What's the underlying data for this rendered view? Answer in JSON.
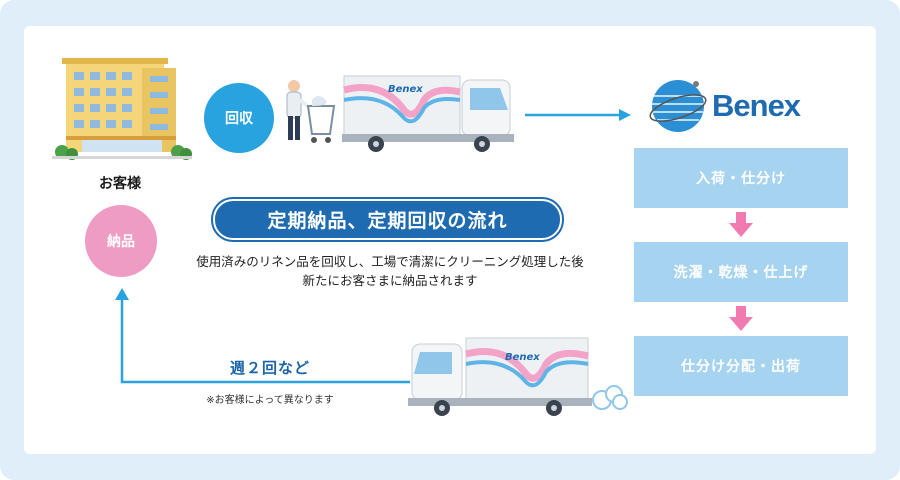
{
  "customer": {
    "label": "お客様"
  },
  "collect": {
    "label": "回収"
  },
  "deliver": {
    "label": "納品"
  },
  "brand": {
    "name": "Benex",
    "truck_logo": "Benex"
  },
  "title": "定期納品、定期回収の流れ",
  "description": {
    "line1": "使用済みのリネン品を回収し、工場で清潔にクリーニング処理した後",
    "line2": "新たにお客さまに納品されます"
  },
  "steps": [
    {
      "label": "入荷・仕分け"
    },
    {
      "label": "洗濯・乾燥・仕上げ"
    },
    {
      "label": "仕分け分配・出荷"
    }
  ],
  "frequency": {
    "label": "週２回など",
    "note": "※お客様によって異なります"
  },
  "colors": {
    "background": "#dfeef9",
    "collect_circle": "#29a3e0",
    "deliver_circle": "#ee9cc4",
    "step_box": "#a6d3ef",
    "step_arrow": "#f17bb0",
    "title_pill": "#1f6bb1",
    "flow_arrow": "#29a3e0"
  },
  "icons": [
    "building-icon",
    "worker-with-cart-icon",
    "truck-icon",
    "benex-logo-icon",
    "exhaust-cloud-icon"
  ]
}
